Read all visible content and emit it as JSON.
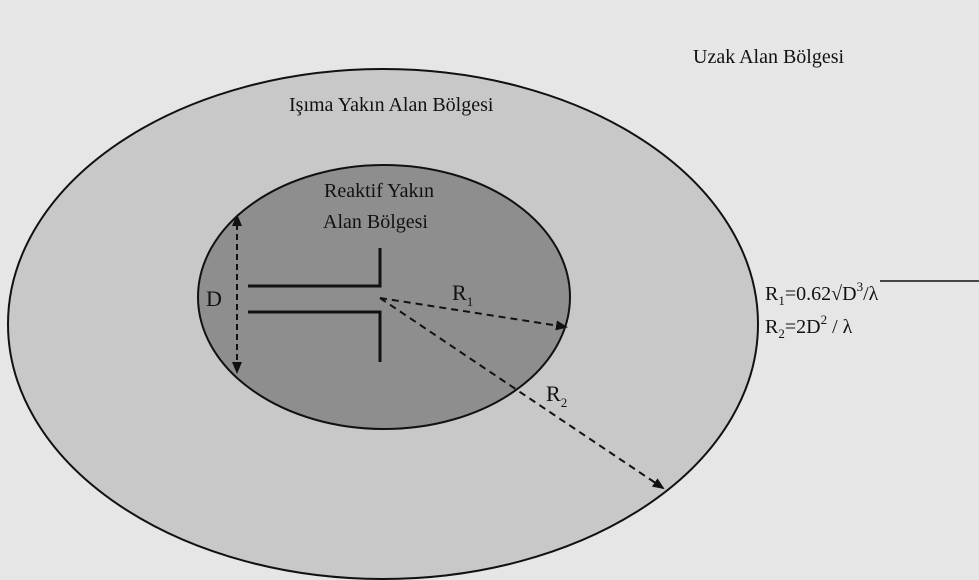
{
  "colors": {
    "background": "#e6e6e6",
    "outer_region": "#c8c8c8",
    "inner_region": "#8e8e8e",
    "stroke": "#111111"
  },
  "labels": {
    "far_field": "Uzak Alan Bölgesi",
    "radiating_near_field": "Işıma Yakın Alan Bölgesi",
    "reactive_near_field_line1": "Reaktif Yakın",
    "reactive_near_field_line2": "Alan Bölgesi",
    "diameter": "D",
    "r1": "R",
    "r1_sub": "1",
    "r2": "R",
    "r2_sub": "2"
  },
  "formulas": {
    "r1": {
      "lhs": "R",
      "sub": "1",
      "eq": "=0.62",
      "radical": "√",
      "body": "D",
      "sup": "3",
      "tail": "/λ"
    },
    "r2": {
      "lhs": "R",
      "sub": "2",
      "eq": "=2D",
      "sup": "2",
      "tail": " / λ"
    }
  }
}
